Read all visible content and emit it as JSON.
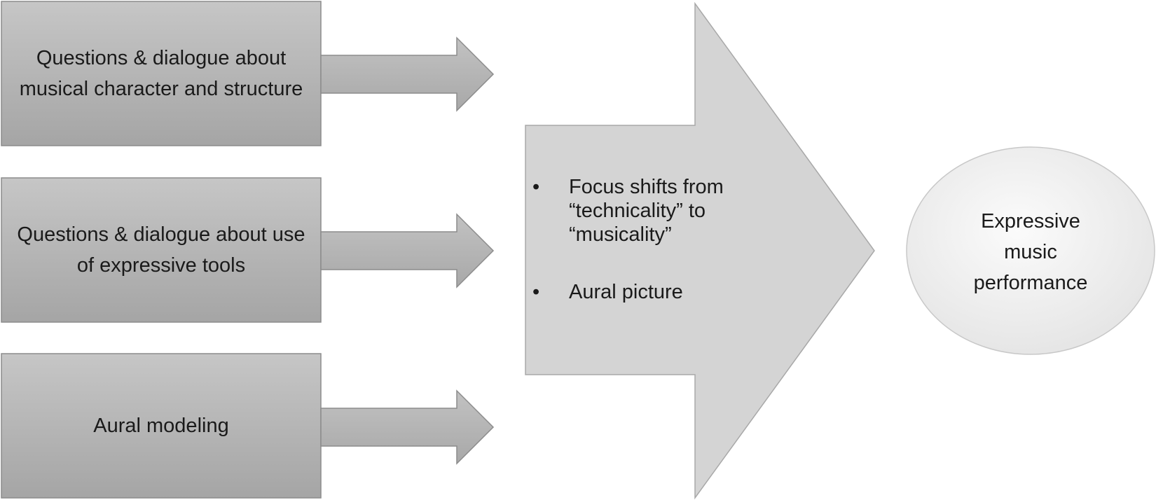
{
  "inputs": [
    {
      "label": "Questions & dialogue about musical character and structure"
    },
    {
      "label": "Questions & dialogue about use of expressive tools"
    },
    {
      "label": "Aural modeling"
    }
  ],
  "center": {
    "bullet_symbol": "•",
    "items": [
      "Focus shifts from “technicality” to “musicality”",
      "Aural picture"
    ]
  },
  "outcome": {
    "label": "Expressive music performance"
  },
  "colors": {
    "box_top": "#c6c6c6",
    "box_bottom": "#a5a5a5",
    "big_arrow": "#d4d4d4",
    "ellipse_light": "#f9f9f9",
    "ellipse_dark": "#e6e6e6",
    "stroke": "#9a9a9a"
  }
}
